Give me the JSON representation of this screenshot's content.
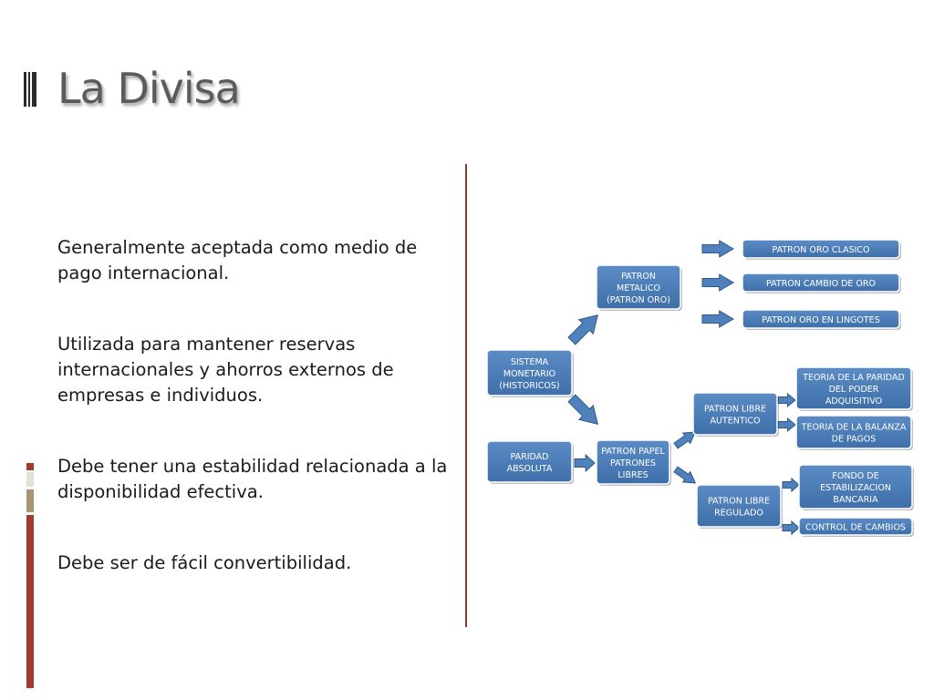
{
  "slide": {
    "title": "La Divisa",
    "bullets": [
      "Generalmente aceptada como medio de pago internacional.",
      "Utilizada para mantener reservas internacionales y ahorros externos de empresas e individuos.",
      "Debe tener una estabilidad relacionada a la disponibilidad efectiva.",
      "Debe ser de fácil convertibilidad."
    ]
  },
  "diagram": {
    "box_color": "#4f81bd",
    "arrow_color": "#4f81bd",
    "nodes": {
      "sistema": [
        "SISTEMA",
        "MONETARIO",
        "(HISTORICOS)"
      ],
      "paridad": [
        "PARIDAD",
        "ABSOLUTA"
      ],
      "metalico": [
        "PATRON",
        "METALICO",
        "(PATRON ORO)"
      ],
      "papel": [
        "PATRON PAPEL",
        "PATRONES",
        "LIBRES"
      ],
      "oro_clasico": [
        "PATRON ORO CLASICO"
      ],
      "cambio_oro": [
        "PATRON CAMBIO DE ORO"
      ],
      "lingotes": [
        "PATRON ORO EN LINGOTES"
      ],
      "libre_autentico": [
        "PATRON LIBRE",
        "AUTENTICO"
      ],
      "libre_regulado": [
        "PATRON LIBRE",
        "REGULADO"
      ],
      "paridad_poder": [
        "TEORIA DE LA PARIDAD",
        "DEL PODER",
        "ADQUISITIVO"
      ],
      "balanza_pagos": [
        "TEORIA DE LA BALANZA",
        "DE PAGOS"
      ],
      "fondo_estabilizacion": [
        "FONDO DE",
        "ESTABILIZACION",
        "BANCARIA"
      ],
      "control_cambios": [
        "CONTROL DE CAMBIOS"
      ]
    }
  }
}
